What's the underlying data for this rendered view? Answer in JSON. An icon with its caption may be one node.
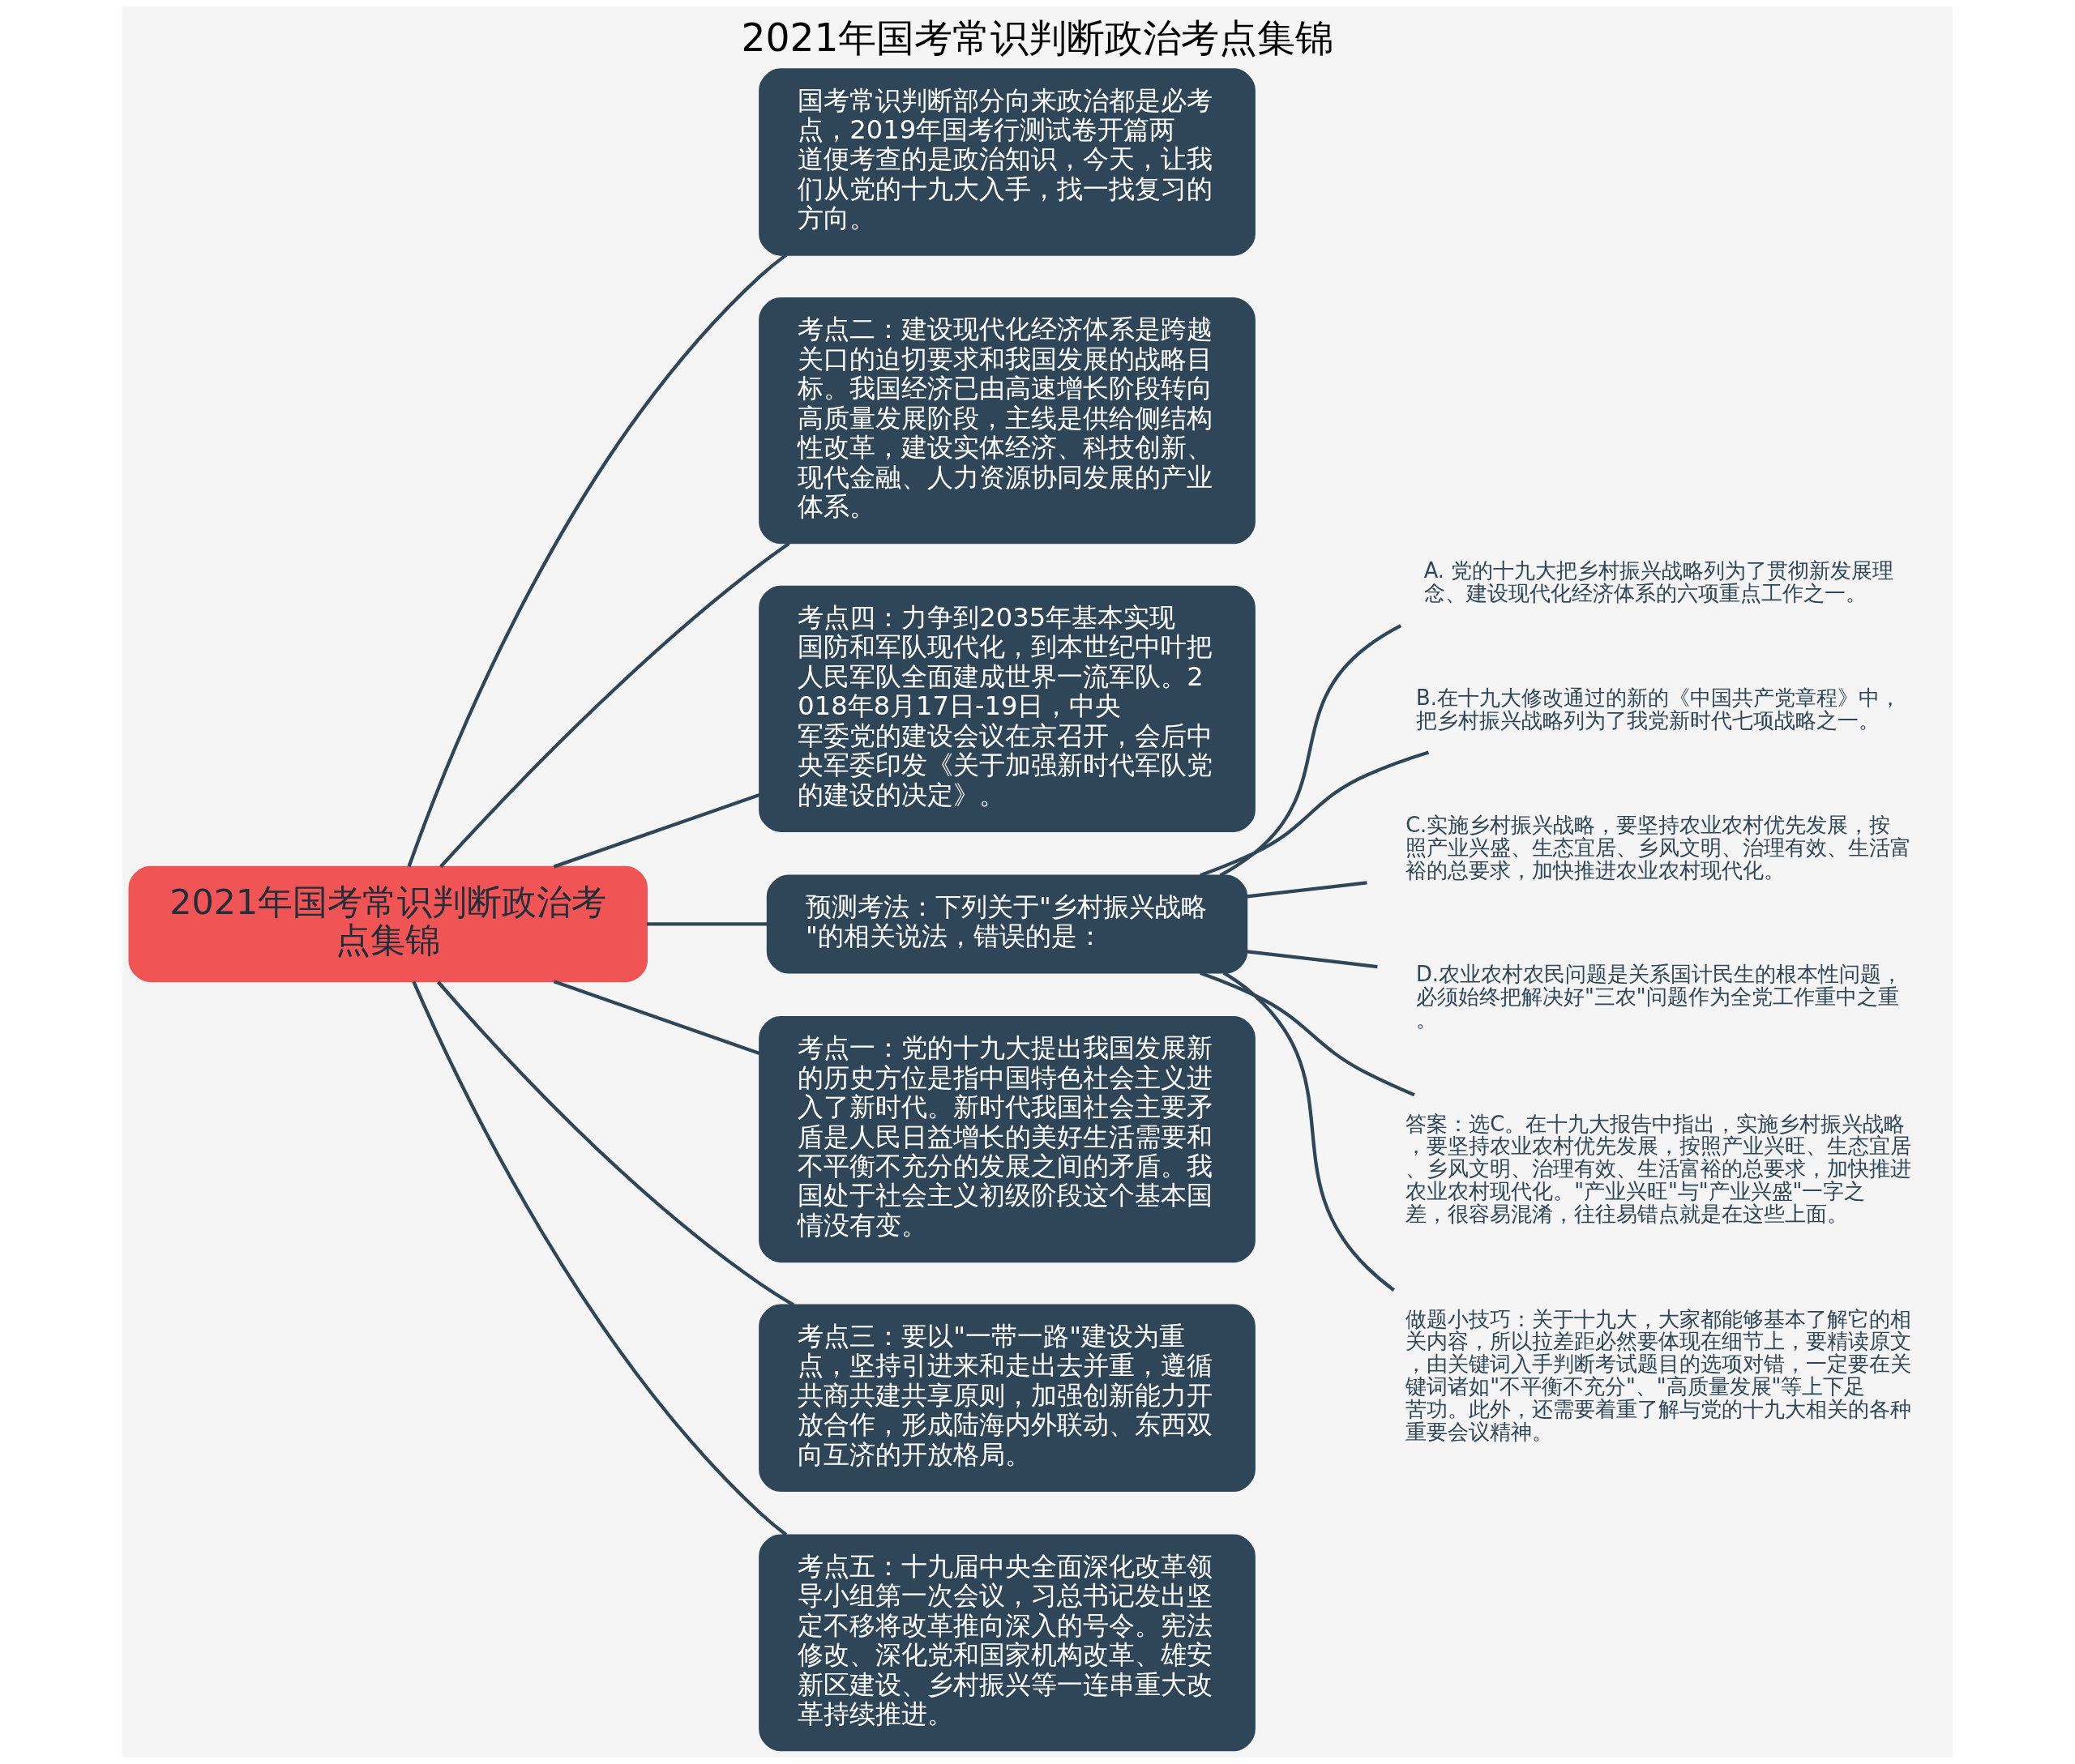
{
  "diagram": {
    "title": "2021年国考常识判断政治考点集锦",
    "nodes": [
      {
        "text": [
          "2021年国考常识判断政治考点集锦"
        ]
      },
      {
        "text": [
          "国考常识判断部分向来政治都是必考点，2019年国考行测试卷开篇两道便考查的是政治知识，今天，让我们从党的十九大入手，找一找复习的方向。"
        ]
      },
      {
        "text": [
          "考点二：建设现代化经济体系是跨越关口的迫切要求和我国发展的战略目标。我国经济已由高速增长阶段转向高质量发展阶段，主线是供给侧结构性改革，建设实体经济、科技创新、现代金融、人力资源协同发展的产业体系。"
        ]
      },
      {
        "text": [
          "考点四：力争到2035年基本实现国防和军队现代化，到本世纪中叶把人民军队全面建成世界一流军队。2018年8月17日-19日，中央军委党的建设会议在京召开，会后中央军委印发《关于加强新时代军队党的建设的决定》。"
        ]
      },
      {
        "text": [
          "预测考法：下列关于\"乡村振兴战略\"的相关说法，错误的是："
        ]
      },
      {
        "text": [
          "考点一：党的十九大提出我国发展新的历史方位是指中国特色社会主义进入了新时代。新时代我国社会主要矛盾是人民日益增长的美好生活需要和不平衡不充分的发展之间的矛盾。我国处于社会主义初级阶段这个基本国情没有变。"
        ]
      },
      {
        "text": [
          "考点三：要以\"一带一路\"建设为重点，坚持引进来和走出去并重，遵循共商共建共享原则，加强创新能力开放合作，形成陆海内外联动、东西双向互济的开放格局。"
        ]
      },
      {
        "text": [
          "考点五：十九届中央全面深化改革领导小组第一次会议，习总书记发出坚定不移将改革推向深入的号令。宪法修改、深化党和国家机构改革、雄安新区建设、乡村振兴等一连串重大改革持续推进。"
        ]
      },
      {
        "text": [
          "A. 党的十九大把乡村振兴战略列为了贯彻新发展理念、建设现代化经济体系的六项重点工作之一。"
        ]
      },
      {
        "text": [
          "B.在十九大修改通过的新的《中国共产党章程》中，把乡村振兴战略列为了我党新时代七项战略之一。"
        ]
      },
      {
        "text": [
          "C.实施乡村振兴战略，要坚持农业农村优先发展，按照产业兴盛、生态宜居、乡风文明、治理有效、生活富裕的总要求，加快推进农业农村现代化。"
        ]
      },
      {
        "text": [
          "D.农业农村农民问题是关系国计民生的根本性问题，必须始终把解决好\"三农\"问题作为全党工作重中之重。"
        ]
      },
      {
        "text": [
          "答案：选C。在十九大报告中指出，实施乡村振兴战略，要坚持农业农村优先发展，按照产业兴旺、生态宜居、乡风文明、治理有效、生活富裕的总要求，加快推进农业农村现代化。\"产业兴旺\"与\"产业兴盛\"一字之差，很容易混淆，往往易错点就是在这些上面。"
        ]
      },
      {
        "text": [
          "做题小技巧：关于十九大，大家都能够基本了解它的相关内容，所以拉差距必然要体现在细节上，要精读原文，由关键词入手判断考试题目的选项对错，一定要在关键词诸如\"不平衡不充分\"、\"高质量发展\"等上下足苦功。此外，还需要着重了解与党的十九大相关的各种重要会议精神。"
        ]
      }
    ],
    "edges": [
      {
        "from": 0,
        "to": 1,
        "arrow": "none"
      },
      {
        "from": 0,
        "to": 2,
        "arrow": "none"
      },
      {
        "from": 0,
        "to": 3,
        "arrow": "none"
      },
      {
        "from": 0,
        "to": 4,
        "arrow": "none"
      },
      {
        "from": 0,
        "to": 5,
        "arrow": "none"
      },
      {
        "from": 0,
        "to": 6,
        "arrow": "none"
      },
      {
        "from": 0,
        "to": 7,
        "arrow": "none"
      },
      {
        "from": 4,
        "to": 8,
        "arrow": "none"
      },
      {
        "from": 4,
        "to": 9,
        "arrow": "none"
      },
      {
        "from": 4,
        "to": 10,
        "arrow": "none"
      },
      {
        "from": 4,
        "to": 11,
        "arrow": "none"
      },
      {
        "from": 4,
        "to": 12,
        "arrow": "none"
      },
      {
        "from": 4,
        "to": 13,
        "arrow": "none"
      }
    ]
  }
}
